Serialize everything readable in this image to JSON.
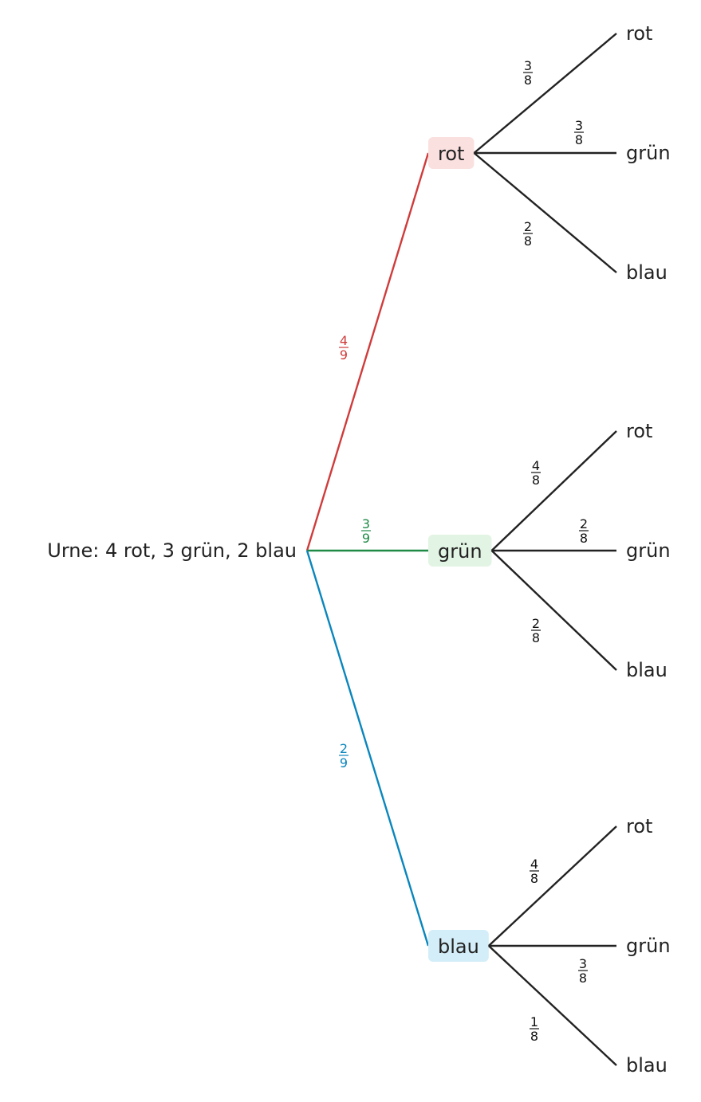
{
  "root": {
    "label": "Urne: 4 rot, 3 grün, 2 blau"
  },
  "colors": {
    "rot": "#d03b3b",
    "rot_bg": "#fbe0e0",
    "gruen": "#1e8a46",
    "gruen_bg": "#e2f4e3",
    "blau": "#0a86bd",
    "blau_bg": "#d3eef8",
    "neutral": "#222222"
  },
  "first": [
    {
      "label": "rot",
      "color_key": "rot",
      "prob": {
        "num": "4",
        "den": "9"
      },
      "children": [
        {
          "label": "rot",
          "prob": {
            "num": "3",
            "den": "8"
          }
        },
        {
          "label": "grün",
          "prob": {
            "num": "3",
            "den": "8"
          }
        },
        {
          "label": "blau",
          "prob": {
            "num": "2",
            "den": "8"
          }
        }
      ]
    },
    {
      "label": "grün",
      "color_key": "gruen",
      "prob": {
        "num": "3",
        "den": "9"
      },
      "children": [
        {
          "label": "rot",
          "prob": {
            "num": "4",
            "den": "8"
          }
        },
        {
          "label": "grün",
          "prob": {
            "num": "2",
            "den": "8"
          }
        },
        {
          "label": "blau",
          "prob": {
            "num": "2",
            "den": "8"
          }
        }
      ]
    },
    {
      "label": "blau",
      "color_key": "blau",
      "prob": {
        "num": "2",
        "den": "9"
      },
      "children": [
        {
          "label": "rot",
          "prob": {
            "num": "4",
            "den": "8"
          }
        },
        {
          "label": "grün",
          "prob": {
            "num": "3",
            "den": "8"
          }
        },
        {
          "label": "blau",
          "prob": {
            "num": "1",
            "den": "8"
          }
        }
      ]
    }
  ]
}
